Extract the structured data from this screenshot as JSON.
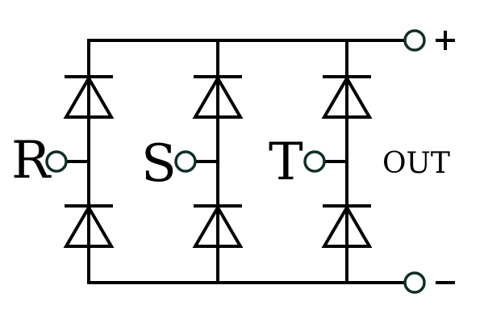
{
  "diagram": {
    "phase_labels": [
      "R",
      "S",
      "T"
    ],
    "output_label": "OUT",
    "positive_sign": "+",
    "negative_sign": "−"
  },
  "colors": {
    "stroke": "#000000",
    "terminal": "#0f2f2a",
    "background": "#ffffff"
  }
}
